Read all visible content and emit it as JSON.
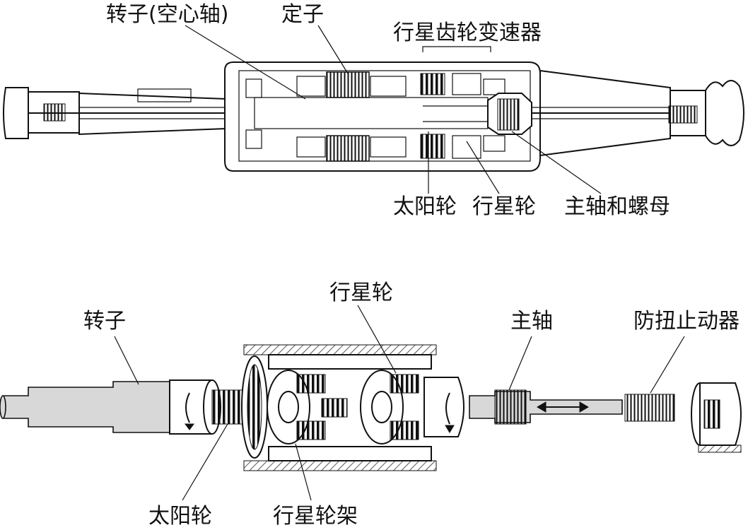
{
  "top_diagram": {
    "labels": {
      "rotor_hollow_shaft": "转子(空心轴)",
      "stator": "定子",
      "planetary_gear_reducer": "行星齿轮变速器",
      "sun_gear": "太阳轮",
      "planet_gear": "行星轮",
      "main_shaft_and_nut": "主轴和螺母"
    }
  },
  "bottom_diagram": {
    "labels": {
      "rotor": "转子",
      "planet_gear": "行星轮",
      "main_shaft": "主轴",
      "anti_rotation_device": "防扭止动器",
      "sun_gear": "太阳轮",
      "planet_carrier": "行星轮架"
    }
  }
}
